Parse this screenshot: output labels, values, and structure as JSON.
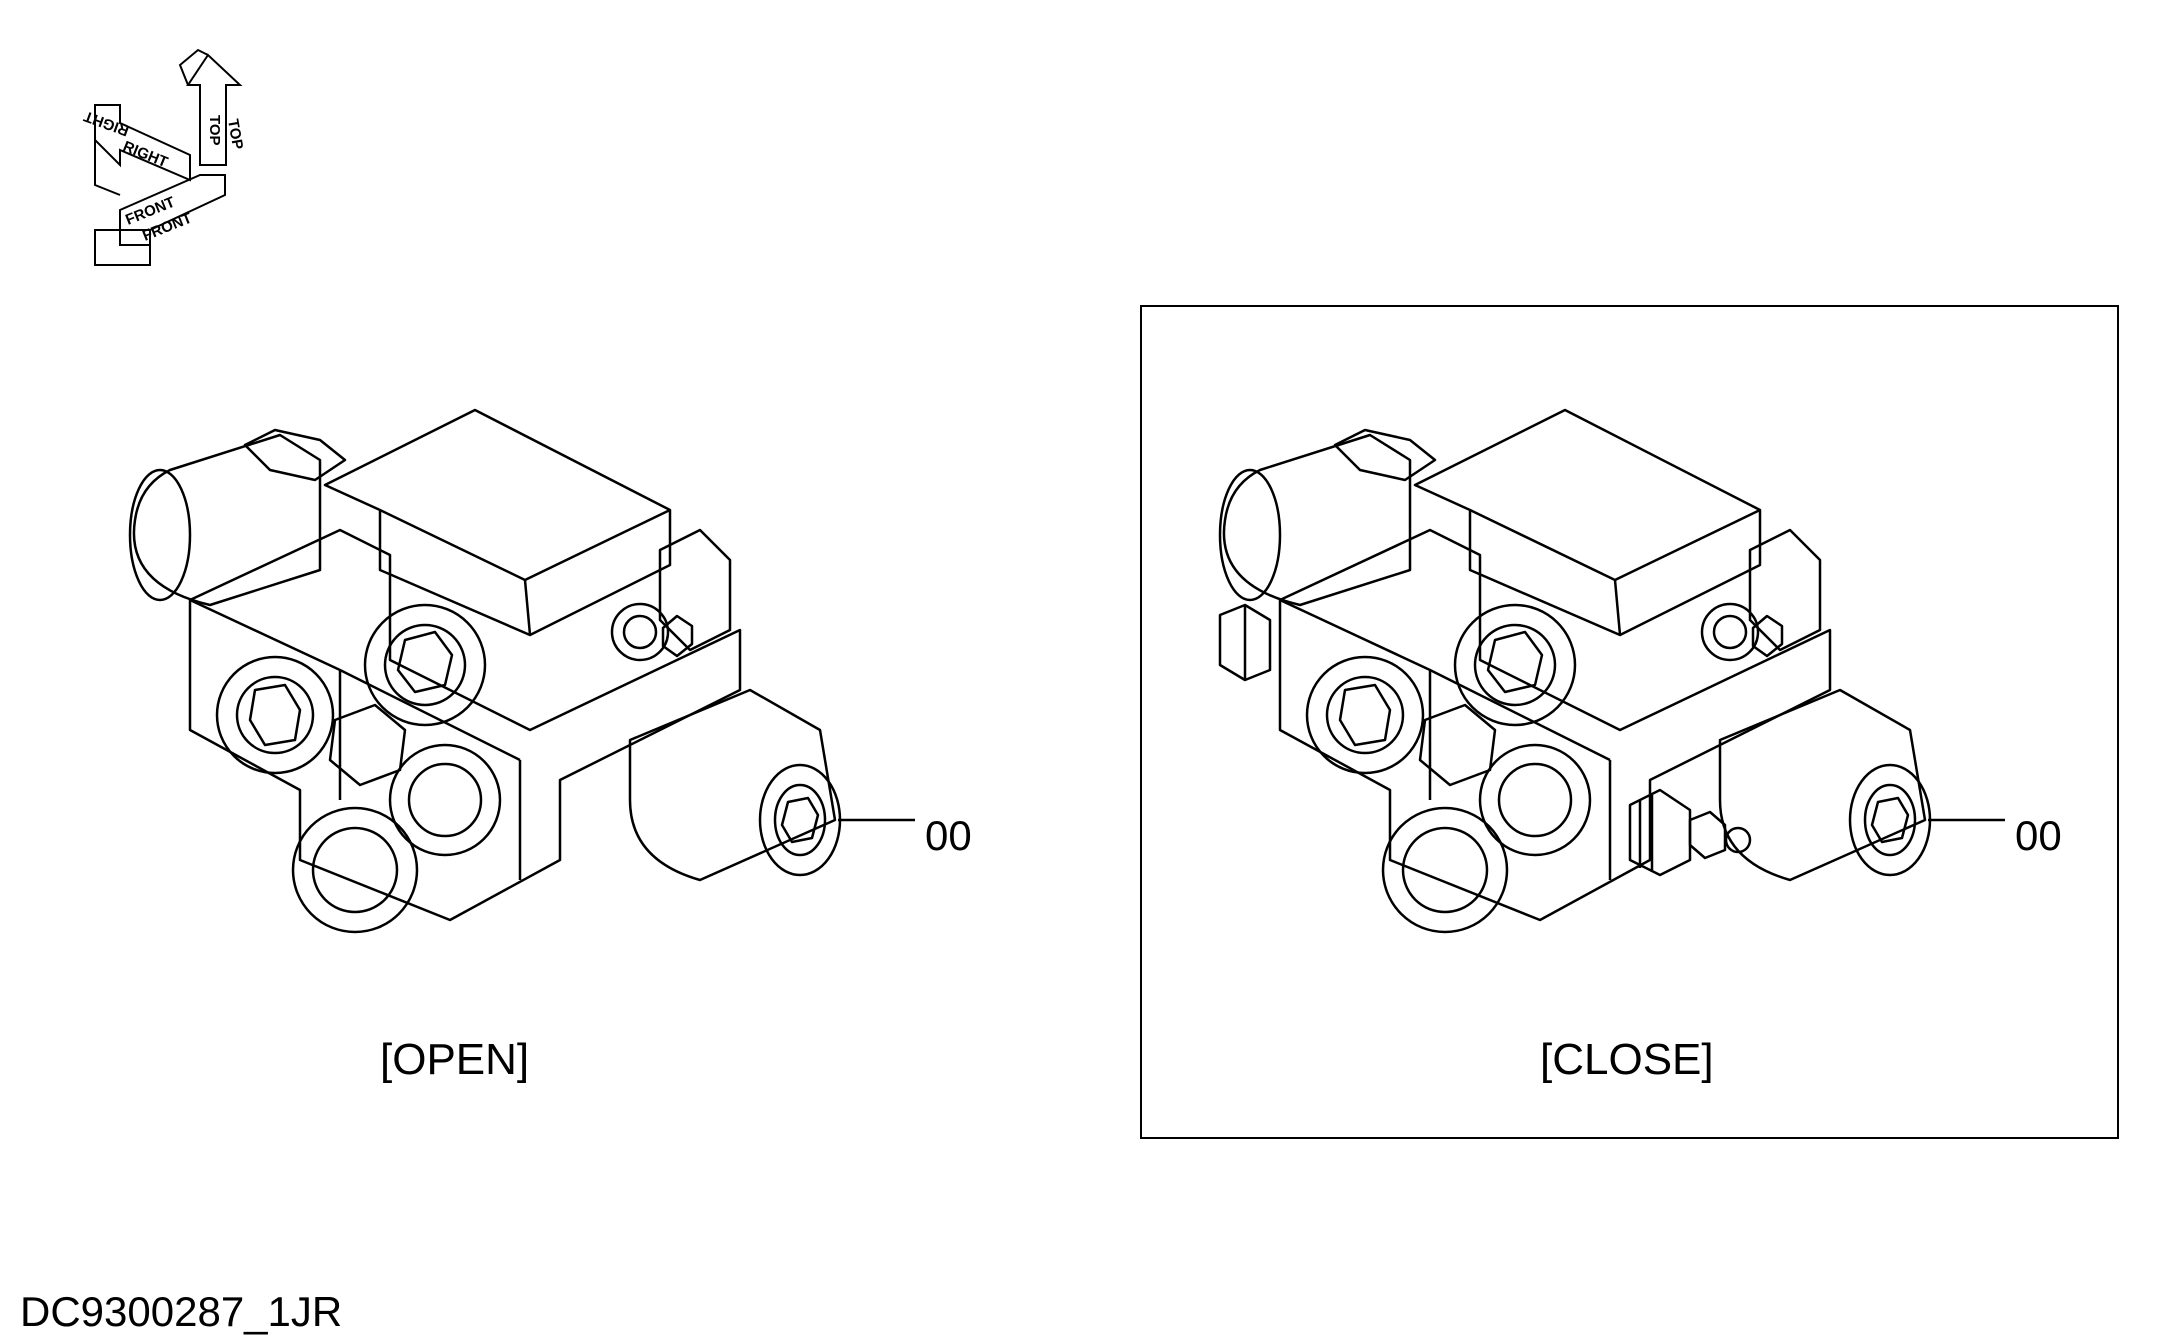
{
  "orientation": {
    "top_label": "TOP",
    "right_label": "RIGHT",
    "front_label": "FRONT"
  },
  "views": [
    {
      "caption": "[OPEN]",
      "callout": "00"
    },
    {
      "caption": "[CLOSE]",
      "callout": "00"
    }
  ],
  "document_id": "DC9300287_1JR"
}
